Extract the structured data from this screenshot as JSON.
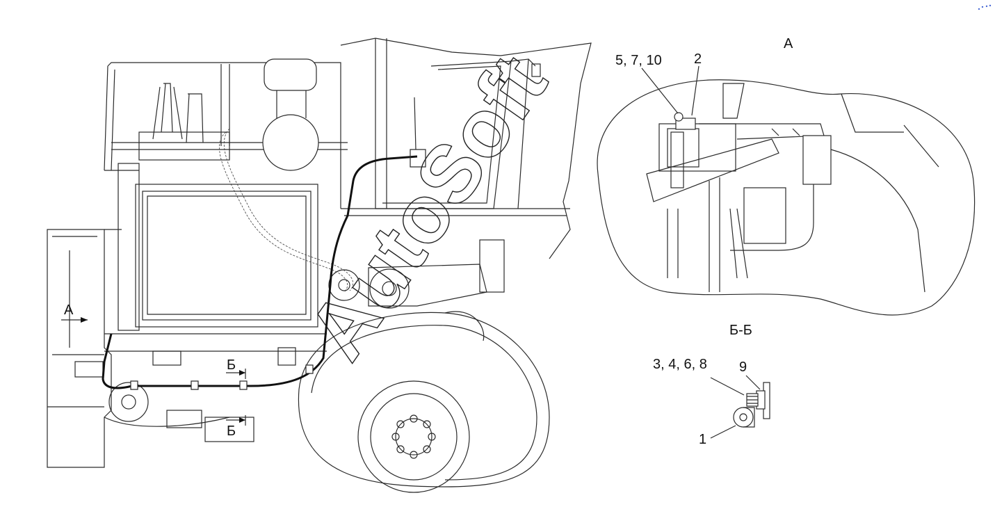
{
  "view_labels": {
    "view_a_arrow": "А",
    "view_a_title": "А",
    "section_b_top": "Б",
    "section_b_bottom": "Б",
    "section_bb_title": "Б-Б"
  },
  "callouts": {
    "detail_a_left": "5, 7, 10",
    "detail_a_right": "2",
    "section_bb_left": "3, 4, 6, 8",
    "section_bb_right": "9",
    "section_bb_bottom": "1"
  },
  "watermark": "AutoSoft"
}
